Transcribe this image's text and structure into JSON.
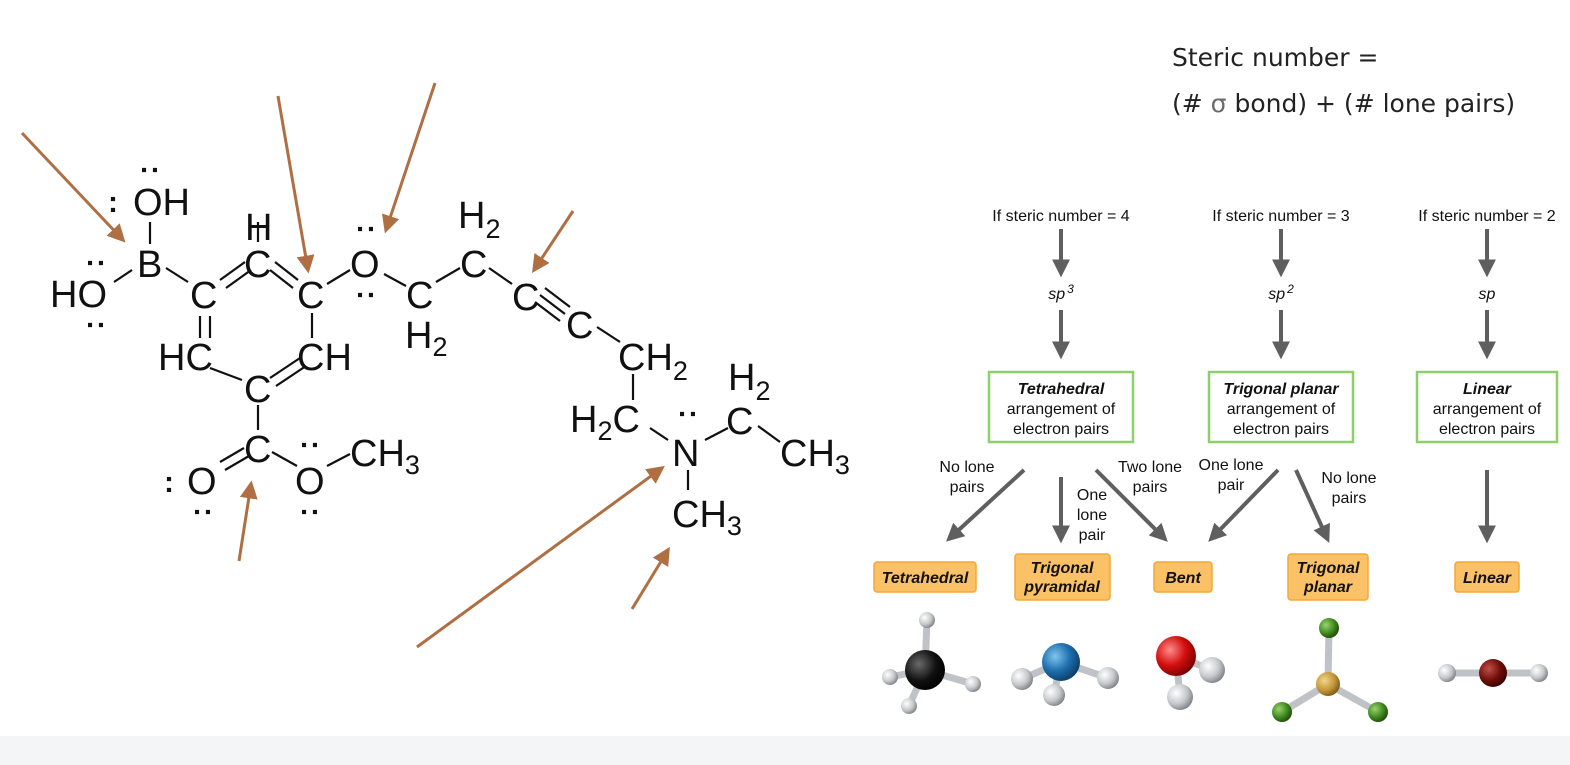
{
  "formula": {
    "line1": "Steric number =",
    "line2_prefix": "(# ",
    "line2_sigma": "σ",
    "line2_suffix": " bond) + (# lone pairs)"
  },
  "molecule": {
    "lone_pair": ":",
    "atoms": {
      "oh_top": "OH",
      "ho_left": "HO",
      "boron": "B",
      "c_ring_top_left": "C",
      "h_top": "H",
      "c_ring_top_mid": "C",
      "c_ring_top_right": "C",
      "ether_o": "O",
      "ch2_a_h": "H",
      "ch2_a_c": "C",
      "ch2_a_sub": "2",
      "ch2_b_c": "C",
      "ch2_b_h": "H",
      "ch2_b_sub": "2",
      "alkyne_c1": "C",
      "alkyne_c2": "C",
      "ch2_c_c": "CH",
      "ch2_c_sub": "2",
      "hc_left": "HC",
      "ch_right": "CH",
      "c_ring_bottom": "C",
      "carbonyl_o": "O",
      "carbonyl_c": "C",
      "ester_o": "O",
      "ester_ch3": "CH",
      "ester_ch3_sub": "3",
      "h2c_h": "H",
      "h2c_sub": "2",
      "h2c_c": "C",
      "nitrogen": "N",
      "n_ch3": "CH",
      "n_ch3_sub": "3",
      "ethyl_h": "H",
      "ethyl_h_sub": "2",
      "ethyl_c": "C",
      "ethyl_ch3": "CH",
      "ethyl_ch3_sub": "3"
    }
  },
  "flowchart": {
    "columns": [
      {
        "header": "If steric number = 4",
        "hyb": "sp",
        "hyb_sup": "3",
        "box_title": "Tetrahedral",
        "box_line2": "arrangement of",
        "box_line3": "electron pairs"
      },
      {
        "header": "If steric number = 3",
        "hyb": "sp",
        "hyb_sup": "2",
        "box_title": "Trigonal planar",
        "box_line2": "arrangement of",
        "box_line3": "electron pairs"
      },
      {
        "header": "If steric number = 2",
        "hyb": "sp",
        "hyb_sup": "",
        "box_title": "Linear",
        "box_line2": "arrangement of",
        "box_line3": "electron pairs"
      }
    ],
    "branch_labels": {
      "no_lone_pairs_a": [
        "No lone",
        "pairs"
      ],
      "one_lone_pair_a": [
        "One",
        "lone",
        "pair"
      ],
      "two_lone_pairs": [
        "Two lone",
        "pairs"
      ],
      "one_lone_pair_b": [
        "One lone",
        "pair"
      ],
      "no_lone_pairs_b": [
        "No lone",
        "pairs"
      ]
    },
    "shapes": [
      {
        "lines": [
          "Tetrahedral"
        ]
      },
      {
        "lines": [
          "Trigonal",
          "pyramidal"
        ]
      },
      {
        "lines": [
          "Bent"
        ]
      },
      {
        "lines": [
          "Trigonal",
          "planar"
        ]
      },
      {
        "lines": [
          "Linear"
        ]
      }
    ]
  },
  "colors": {
    "arrow_brown": "#b06f43",
    "flow_arrow": "#5f5f5f",
    "green_border": "#8fcf6a",
    "orange_fill": "#fbc166"
  },
  "ball_models": [
    "methane",
    "ammonia",
    "water",
    "trigonal-planar-molecule",
    "linear-molecule"
  ]
}
